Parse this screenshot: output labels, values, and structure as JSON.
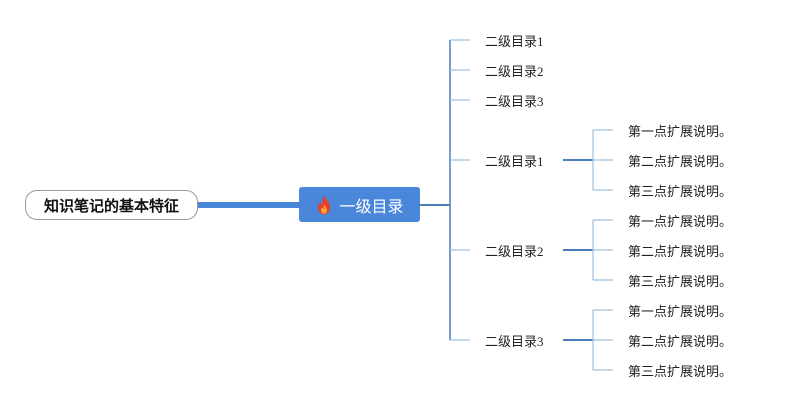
{
  "mindmap": {
    "root": {
      "label": "知识笔记的基本特征"
    },
    "main": {
      "label": "一级目录",
      "icon": "fire-icon",
      "color": "#4a86d9"
    },
    "branches": [
      {
        "label": "二级目录1",
        "children": []
      },
      {
        "label": "二级目录2",
        "children": []
      },
      {
        "label": "二级目录3",
        "children": []
      },
      {
        "label": "二级目录1",
        "children": [
          "第一点扩展说明。",
          "第二点扩展说明。",
          "第三点扩展说明。"
        ]
      },
      {
        "label": "二级目录2",
        "children": [
          "第一点扩展说明。",
          "第二点扩展说明。",
          "第三点扩展说明。"
        ]
      },
      {
        "label": "二级目录3",
        "children": [
          "第一点扩展说明。",
          "第二点扩展说明。",
          "第三点扩展说明。"
        ]
      }
    ]
  },
  "colors": {
    "root_link": "#4a86d9",
    "branch_link": "#4a7fb8",
    "leaf_link": "#9fc0df",
    "flame_outer": "#e8402a",
    "flame_inner": "#f6a23a"
  }
}
